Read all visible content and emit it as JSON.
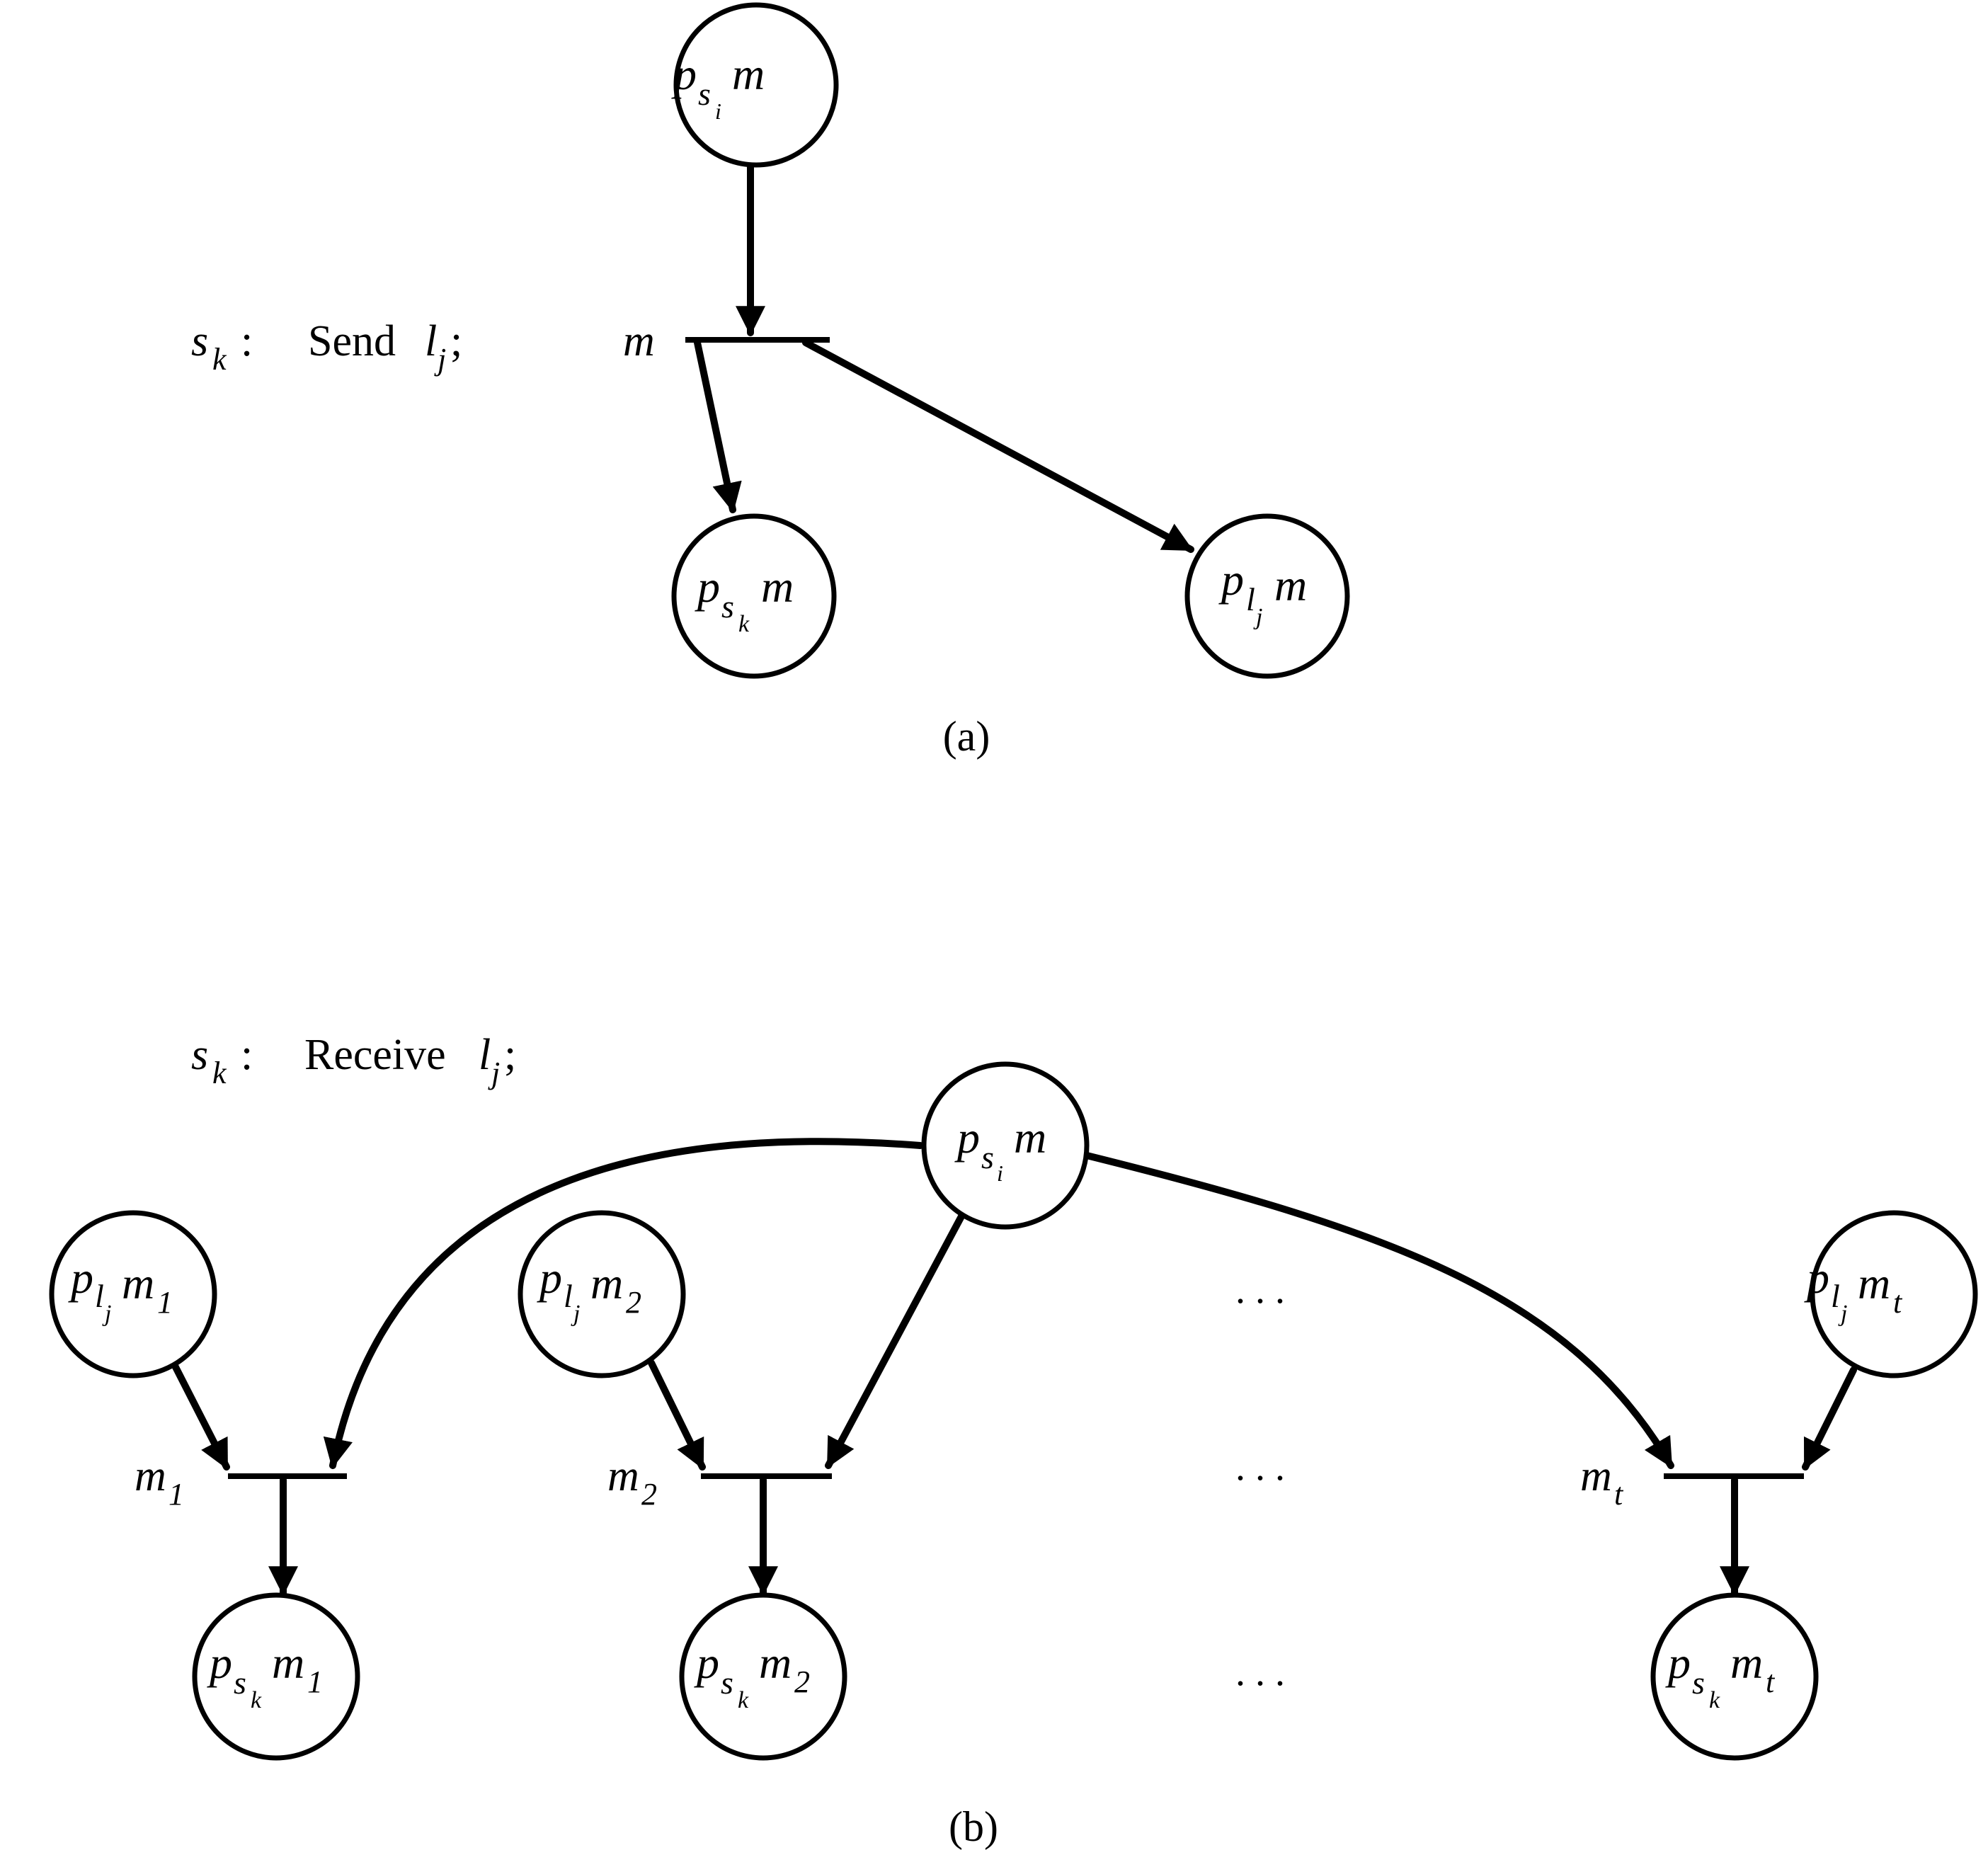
{
  "panel_a": {
    "statement": {
      "var": "s",
      "var_sub": "k",
      "colon": ":",
      "keyword": "Send",
      "arg": "l",
      "arg_sub": "j",
      "semi": ";"
    },
    "transition_label": "m",
    "nodes": {
      "top": {
        "base": "p",
        "sub": "s",
        "subsub": "i",
        "tail": "m",
        "tail_sub": ""
      },
      "left": {
        "base": "p",
        "sub": "s",
        "subsub": "k",
        "tail": "m",
        "tail_sub": ""
      },
      "right": {
        "base": "p",
        "sub": "l",
        "subsub": "j",
        "tail": "m",
        "tail_sub": ""
      }
    },
    "caption": "(a)"
  },
  "panel_b": {
    "statement": {
      "var": "s",
      "var_sub": "k",
      "colon": ":",
      "keyword": "Receive",
      "arg": "l",
      "arg_sub": "j",
      "semi": ";"
    },
    "shared_node": {
      "base": "p",
      "sub": "s",
      "subsub": "i",
      "tail": "m",
      "tail_sub": ""
    },
    "columns": [
      {
        "input": {
          "base": "p",
          "sub": "l",
          "subsub": "j",
          "tail": "m",
          "tail_sub": "1"
        },
        "transition": {
          "name": "m",
          "sub": "1"
        },
        "output": {
          "base": "p",
          "sub": "s",
          "subsub": "k",
          "tail": "m",
          "tail_sub": "1"
        }
      },
      {
        "input": {
          "base": "p",
          "sub": "l",
          "subsub": "j",
          "tail": "m",
          "tail_sub": "2"
        },
        "transition": {
          "name": "m",
          "sub": "2"
        },
        "output": {
          "base": "p",
          "sub": "s",
          "subsub": "k",
          "tail": "m",
          "tail_sub": "2"
        }
      },
      {
        "input": {
          "base": "p",
          "sub": "l",
          "subsub": "j",
          "tail": "m",
          "tail_sub": "t"
        },
        "transition": {
          "name": "m",
          "sub": "t"
        },
        "output": {
          "base": "p",
          "sub": "s",
          "subsub": "k",
          "tail": "m",
          "tail_sub": "t"
        }
      }
    ],
    "ellipsis": ". . .",
    "caption": "(b)"
  }
}
